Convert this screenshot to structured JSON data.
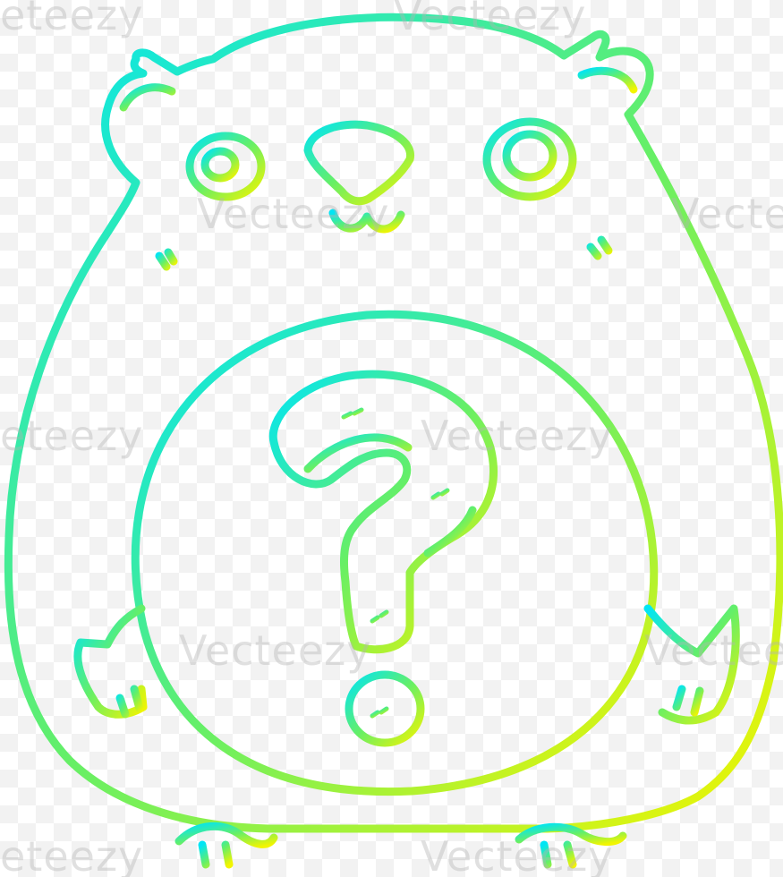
{
  "image": {
    "subject": "cartoon-hamster-with-question-mark",
    "line_gradient": {
      "start_color": "#00e5f5",
      "mid_color": "#66ef66",
      "end_color": "#f2f500"
    },
    "background_color": "#ffffff"
  },
  "watermark": {
    "text": "Vecteezy",
    "fragment": "eteezy",
    "color": "#b4b4b4"
  }
}
